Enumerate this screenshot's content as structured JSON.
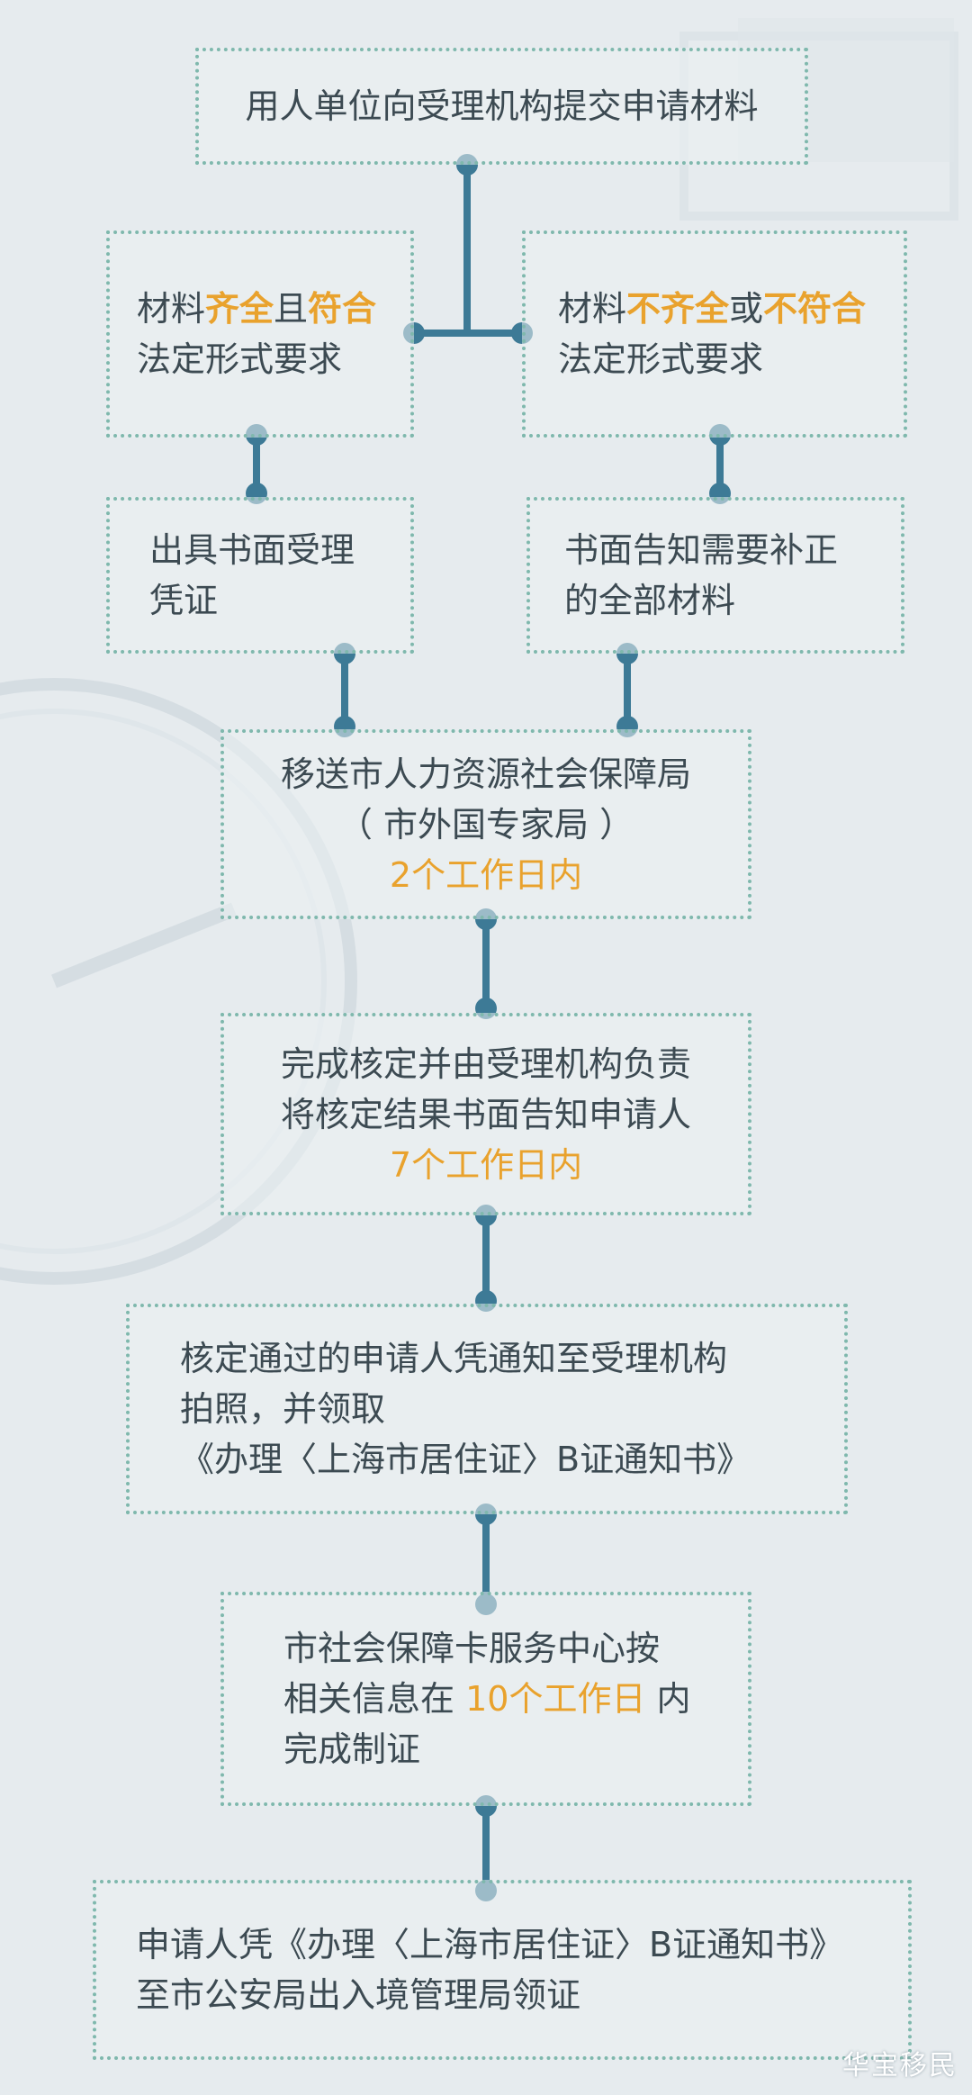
{
  "step1": "用人单位向受理机构提交申请材料",
  "branch_left": {
    "line1_a": "材料",
    "line1_b": "齐全",
    "line1_c": "且",
    "line1_d": "符合",
    "line2": "法定形式要求"
  },
  "branch_right": {
    "line1_a": "材料",
    "line1_b": "不齐全",
    "line1_c": "或",
    "line1_d": "不符合",
    "line2": "法定形式要求"
  },
  "left_result": {
    "line1": "出具书面受理",
    "line2": "凭证"
  },
  "right_result": {
    "line1": "书面告知需要补正",
    "line2": "的全部材料"
  },
  "step3": {
    "line1": "移送市人力资源社会保障局",
    "line2": "（ 市外国专家局 ）",
    "line3": "2个工作日内"
  },
  "step4": {
    "line1": "完成核定并由受理机构负责",
    "line2": "将核定结果书面告知申请人",
    "line3": "7个工作日内"
  },
  "step5": {
    "line1": "核定通过的申请人凭通知至受理机构",
    "line2": "拍照，并领取",
    "line3": "《办理〈上海市居住证〉B证通知书》"
  },
  "step6": {
    "line1": "市社会保障卡服务中心按",
    "line2_a": "相关信息在 ",
    "line2_b": "10个工作日",
    "line2_c": " 内",
    "line3": "完成制证"
  },
  "step7": {
    "line1": "申请人凭《办理〈上海市居住证〉B证通知书》",
    "line2": "至市公安局出入境管理局领证"
  },
  "watermark": "华宝移民",
  "colors": {
    "connector": "#3d7a96",
    "border": "#7fb8ad",
    "highlight": "#e9a22d",
    "text": "#3c4a52"
  }
}
